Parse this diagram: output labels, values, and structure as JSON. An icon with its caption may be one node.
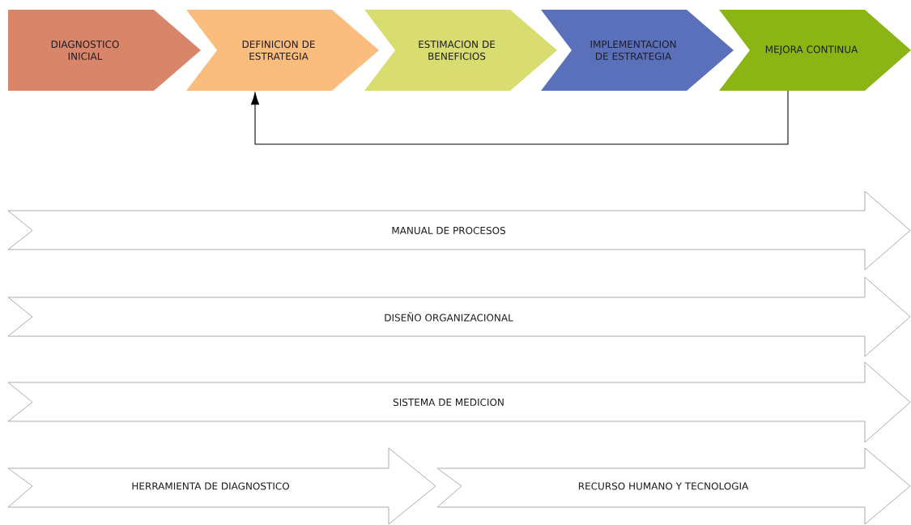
{
  "diagram": {
    "nodes": [
      {
        "text": [
          "DIAGNOSTICO INICIAL"
        ]
      },
      {
        "text": [
          "DEFINICION DE ESTRATEGIA"
        ]
      },
      {
        "text": [
          "ESTIMACION DE BENEFICIOS"
        ]
      },
      {
        "text": [
          "IMPLEMENTACION DE ESTRATEGIA"
        ]
      },
      {
        "text": [
          "MEJORA CONTINUA"
        ]
      },
      {
        "text": [
          "MANUAL DE PROCESOS"
        ]
      },
      {
        "text": [
          "DISEÑO ORGANIZACIONAL"
        ]
      },
      {
        "text": [
          "SISTEMA DE MEDICION"
        ]
      },
      {
        "text": [
          "HERRAMIENTA DE DIAGNOSTICO"
        ]
      },
      {
        "text": [
          "RECURSO HUMANO Y TECNOLOGIA"
        ]
      }
    ],
    "edges": [
      {
        "from": 4,
        "to": 1,
        "arrow": "to"
      }
    ]
  }
}
